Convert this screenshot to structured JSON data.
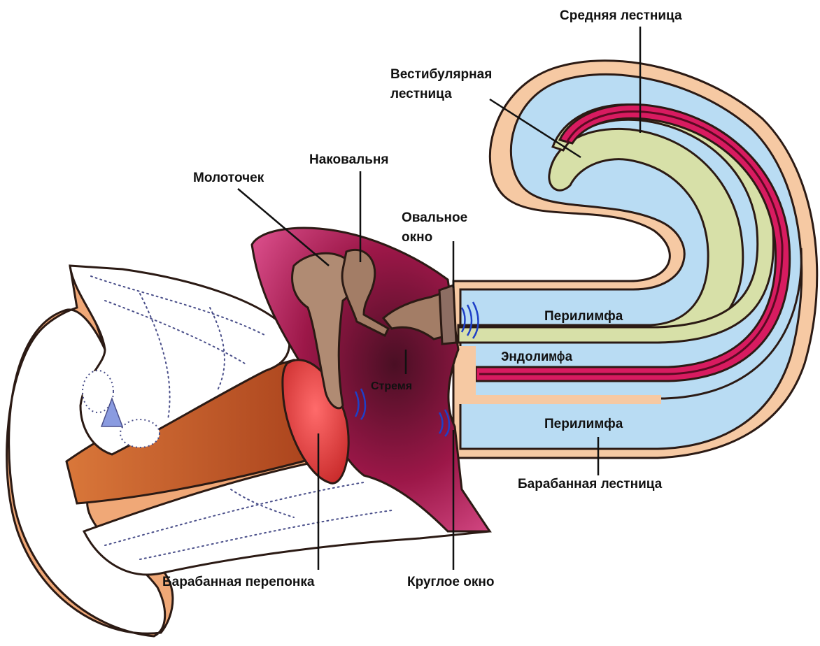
{
  "labels": {
    "scala_media": "Средняя лестница",
    "scala_vestibuli_1": "Вестибулярная",
    "scala_vestibuli_2": "лестница",
    "incus": "Наковальня",
    "malleus": "Молоточек",
    "oval_window_1": "Овальное",
    "oval_window_2": "окно",
    "perilymph_top": "Перилимфа",
    "endolymph": "Эндолимфа",
    "stapes": "Стремя",
    "perilymph_bottom": "Перилимфа",
    "scala_tympani": "Барабанная лестница",
    "tympanic_membrane": "Барабанная перепонка",
    "round_window": "Круглое окно"
  },
  "colors": {
    "skin": "#f0a877",
    "canal": "#c9602a",
    "middle_ear": "#c2185b",
    "eardrum": "#e53935",
    "bone": "#8d6e63",
    "perilymph": "#b9dcf3",
    "membrane": "#f6c9a3",
    "endolymph": "#d7e0a8",
    "organ": "#d81b60"
  }
}
